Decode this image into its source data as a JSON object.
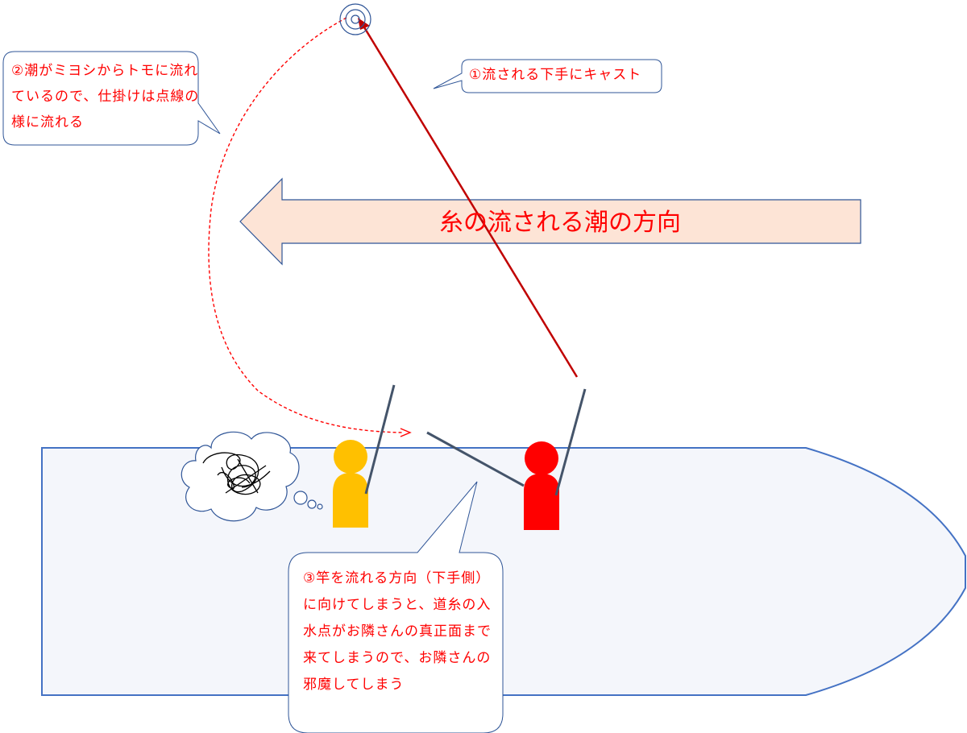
{
  "labels": {
    "current_direction": "糸の流される潮の方向",
    "callout_cast": "①流される下手にキャスト",
    "callout_drift": "②潮がミヨシからトモに流れているので、仕掛けは点線の様に流れる",
    "callout_rod": "③竿を流れる方向（下手側）に向けてしまうと、道糸の入水点がお隣さんの真正面まで来てしまうので、お隣さんの邪魔してしまう"
  },
  "colors": {
    "boat_fill": "#f4f6fb",
    "boat_stroke": "#4472c4",
    "arrow_fill": "#fde4d6",
    "arrow_stroke": "#2f5597",
    "text_red": "#ff0000",
    "cast_line": "#c00000",
    "drift_line": "#ff0000",
    "angler_left": "#ffc000",
    "angler_right": "#ff0000",
    "rod": "#44546a",
    "bubble_stroke": "#2f5597",
    "target": "#2f5597"
  }
}
